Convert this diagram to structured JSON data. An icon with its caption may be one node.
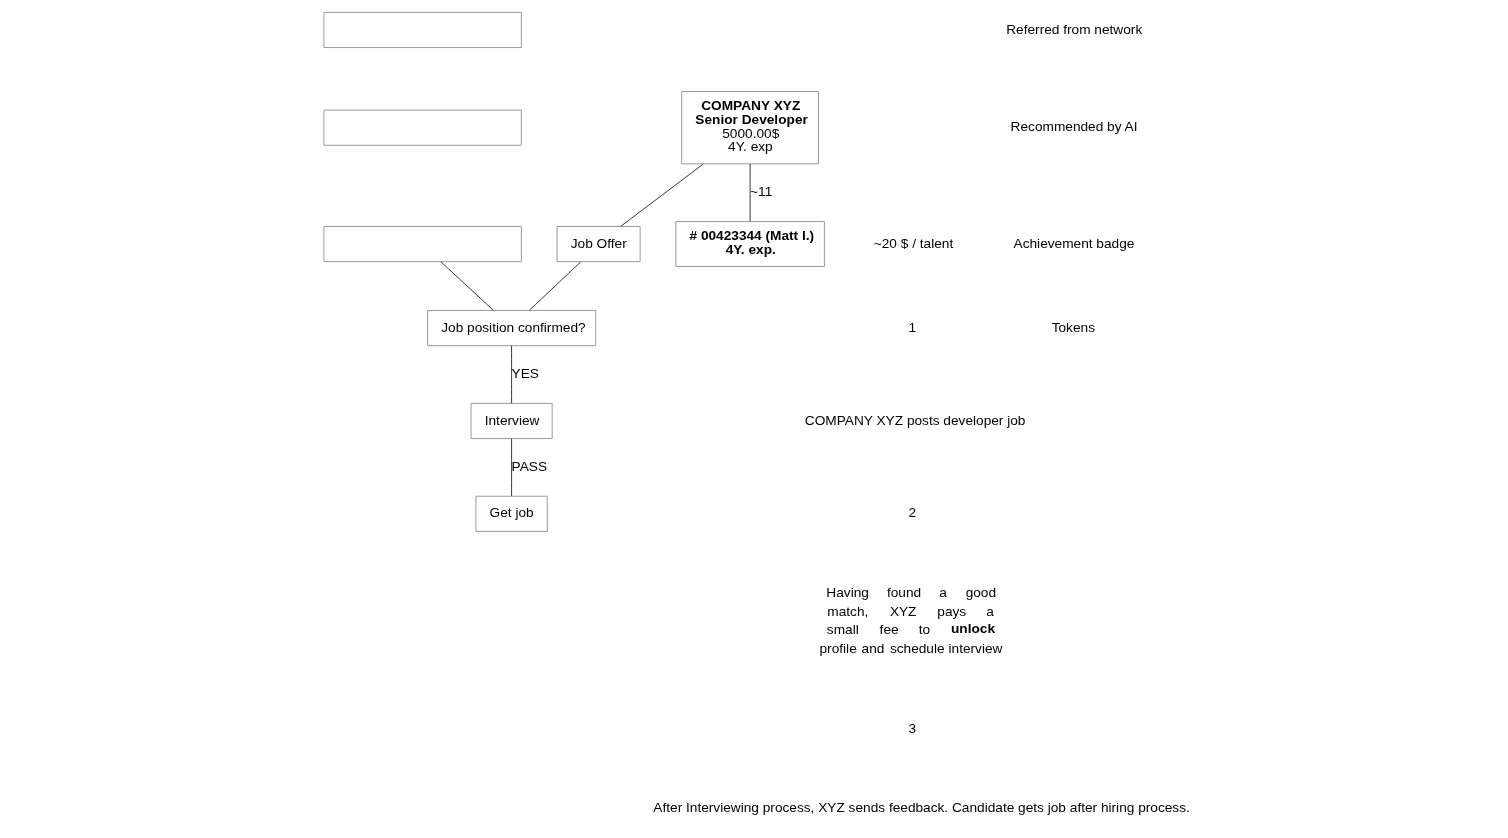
{
  "diagram": {
    "nodes": [
      {
        "text": [
          "COMPANY XYZ",
          "Senior Developer",
          "5000.00$",
          "4Y. exp"
        ]
      },
      {
        "text": [
          "# 00423344 (Matt I.)",
          "4Y. exp."
        ]
      },
      {
        "text": [],
        "shape": "box"
      },
      {
        "text": [],
        "shape": "box"
      },
      {
        "text": [],
        "shape": "box"
      },
      {
        "text": [
          "Job Offer"
        ]
      },
      {
        "text": [
          "Job position confirmed?"
        ]
      },
      {
        "text": [
          "Interview"
        ]
      },
      {
        "text": [
          "Get job"
        ]
      }
    ],
    "edges": [
      {
        "from": 0,
        "to": 1,
        "arrow": "none",
        "label": "~11"
      },
      {
        "from": 0,
        "to": 5,
        "arrow": "none"
      },
      {
        "from": 5,
        "to": 6,
        "arrow": "none"
      },
      {
        "from": 4,
        "to": 6,
        "arrow": "none"
      },
      {
        "from": 6,
        "to": 7,
        "arrow": "none",
        "label": "YES"
      },
      {
        "from": 7,
        "to": 8,
        "arrow": "none",
        "label": "PASS"
      }
    ],
    "labels": [
      "~20 $ / talent",
      "1",
      "COMPANY XYZ posts developer job",
      "2",
      "Having found a good match, XYZ pays a small fee to **unlock** profile and schedule interview",
      "3",
      "After Interviewing process, XYZ sends feedback. Candidate gets job after hiring process."
    ],
    "legend": [
      {
        "text": "Referred from network"
      },
      {
        "text": "Recommended by AI"
      },
      {
        "text": "Achievement badge"
      },
      {
        "text": "Tokens"
      }
    ]
  }
}
